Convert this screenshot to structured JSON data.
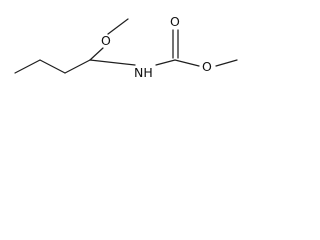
{
  "molecule": {
    "atom_labels": {
      "methoxy_oxygen": "O",
      "amine_nitrogen": "NH",
      "carbonyl_oxygen": "O",
      "ester_oxygen": "O"
    },
    "colors": {
      "bond": "#1f1f1f",
      "label": "#111111",
      "background": "#ffffff"
    }
  }
}
